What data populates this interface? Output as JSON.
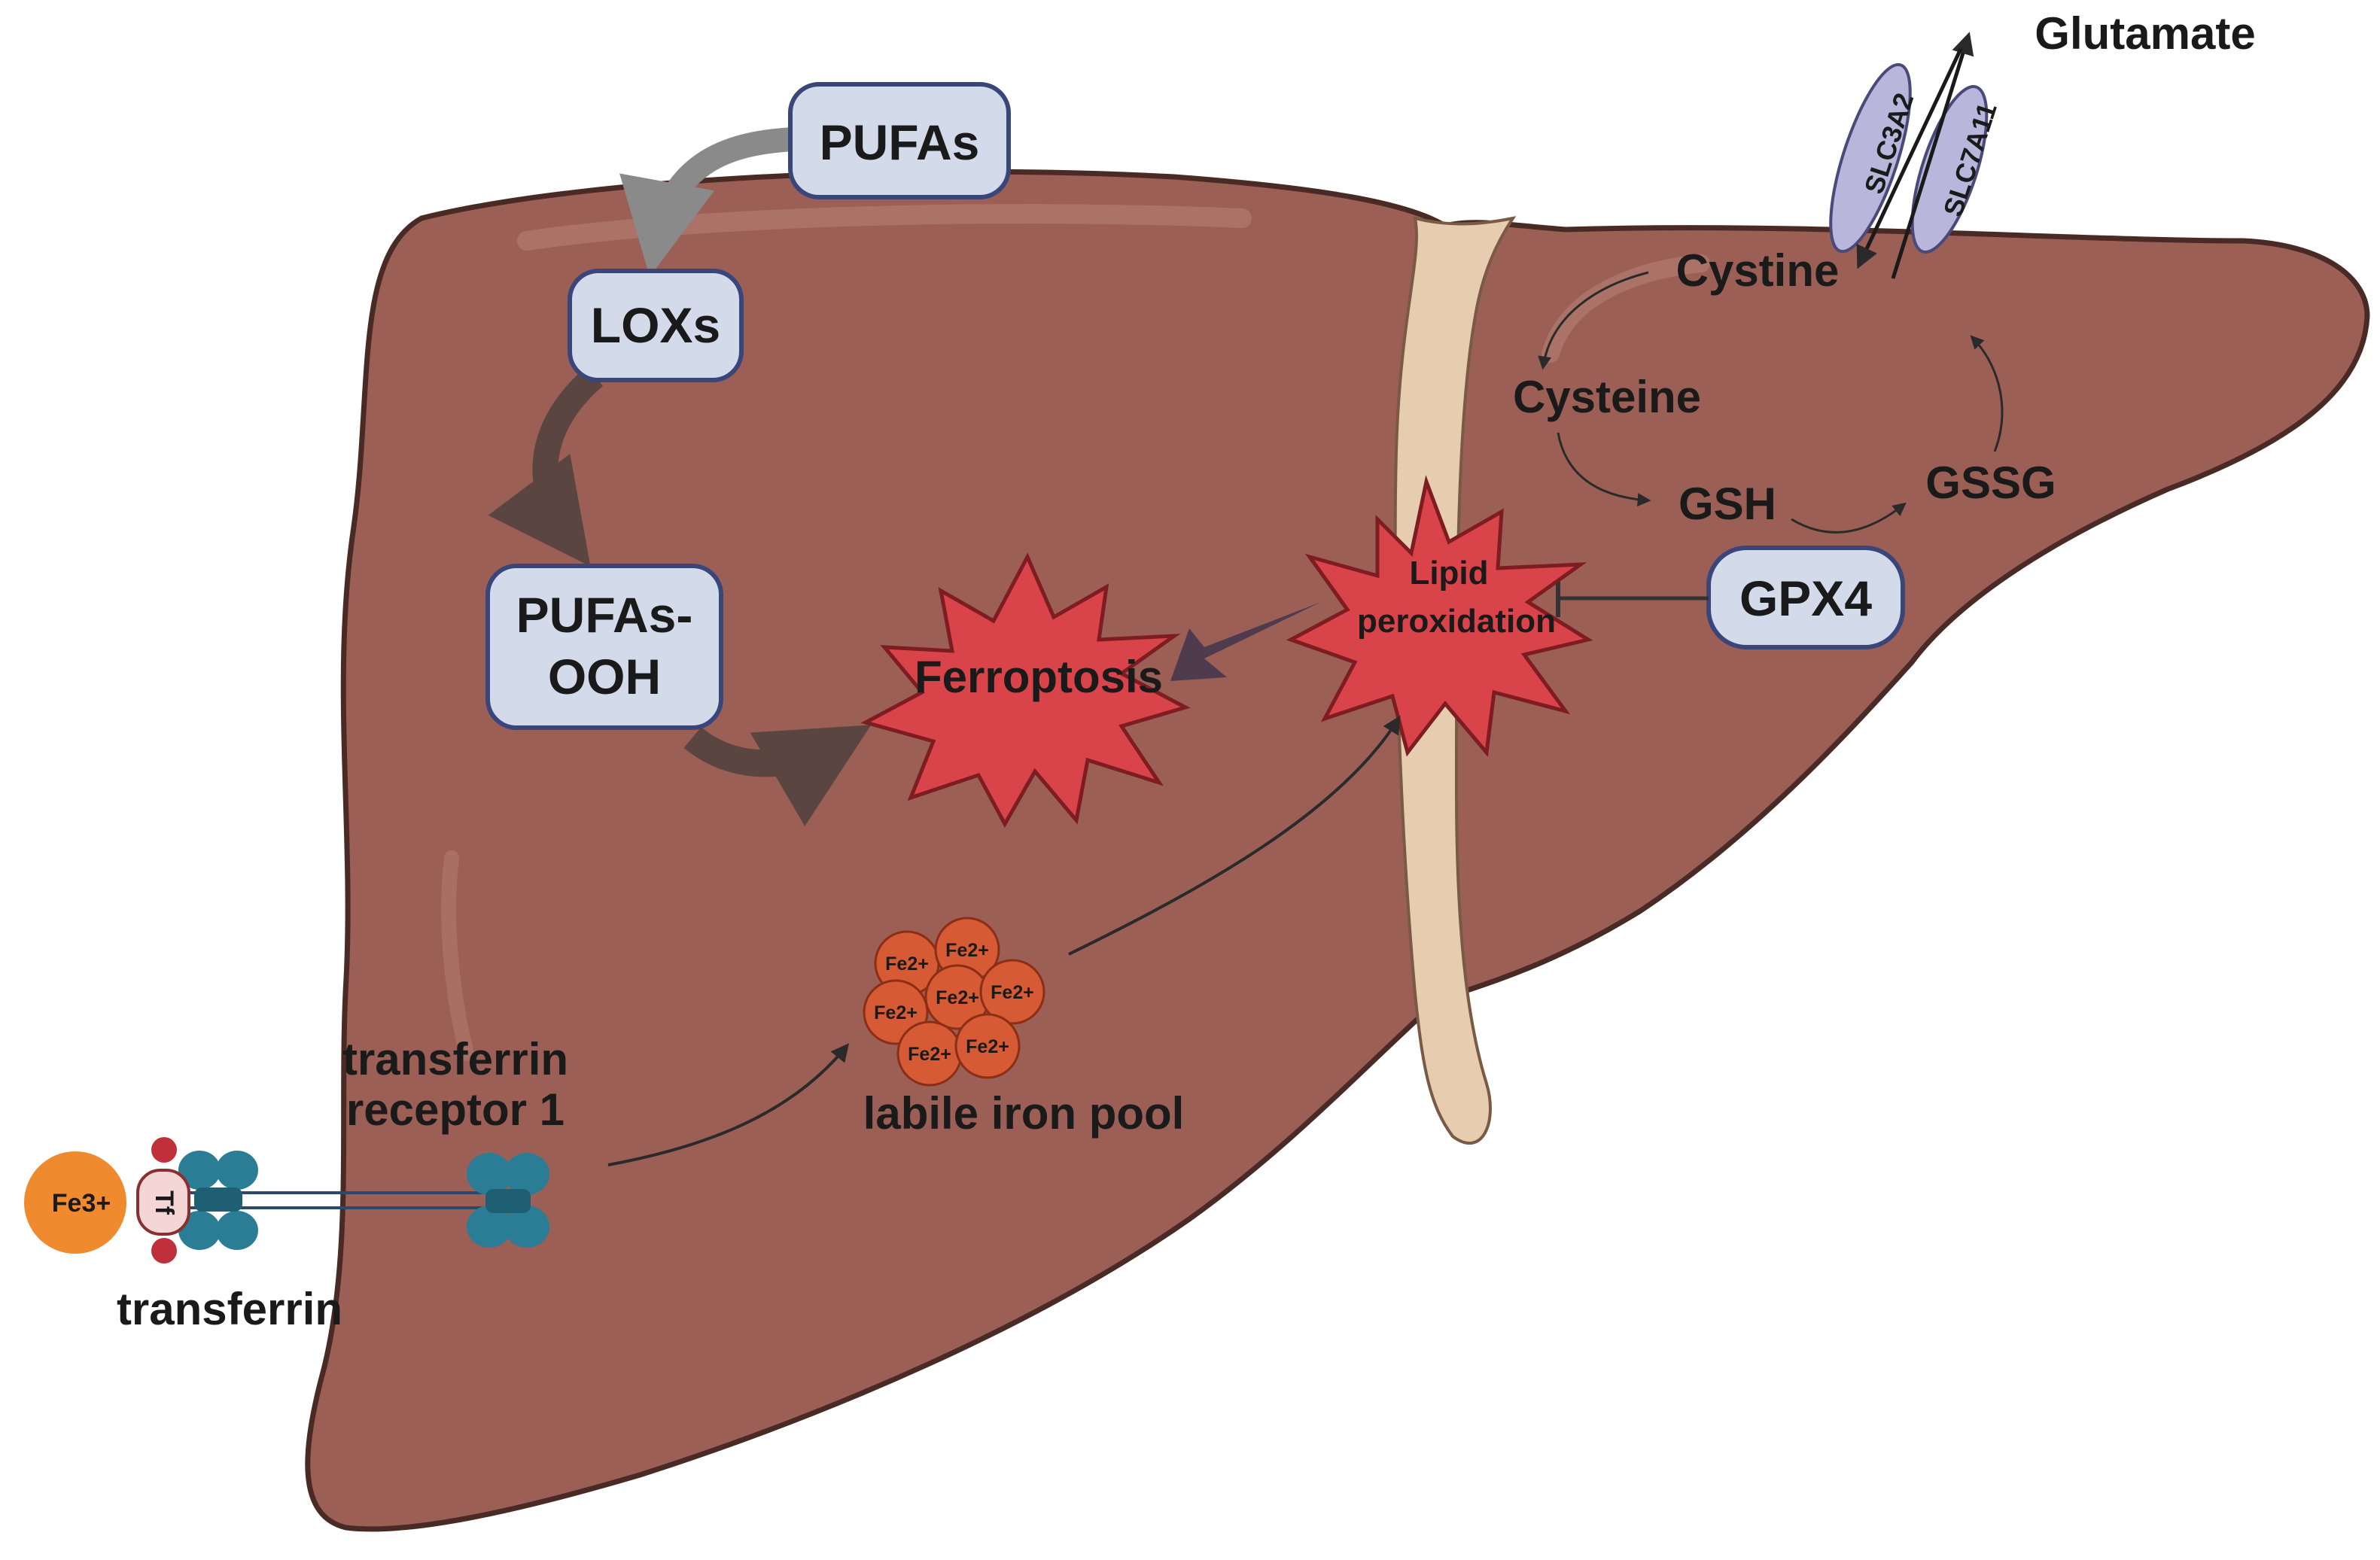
{
  "colors": {
    "liver_fill": "#9b5f55",
    "liver_outline": "#4a2a25",
    "box_fill": "#d3dae9",
    "box_stroke": "#3a4679",
    "burst_fill": "#d9434a",
    "burst_stroke": "#7d1d22",
    "iron_fill": "#d65a33",
    "fe3_fill": "#ef8a2e",
    "receptor": "#2b7d95",
    "transporter": "#b9b6db",
    "ligament": "#e6cdb0"
  },
  "nodes": {
    "pufas": "PUFAs",
    "loxs": "LOXs",
    "pufas_ooh_line1": "PUFAs-",
    "pufas_ooh_line2": "OOH",
    "ferroptosis": "Ferroptosis",
    "lipid_line1": "Lipid",
    "lipid_line2": "peroxidation",
    "gpx4": "GPX4",
    "cystine": "Cystine",
    "cysteine": "Cysteine",
    "gsh": "GSH",
    "gssg": "GSSG",
    "glutamate": "Glutamate",
    "slc3a2": "SLC3A2",
    "slc7a11": "SLC7A11",
    "labile_iron_pool": "labile iron pool",
    "fe2_ion": "Fe2+",
    "tfr1_line1": "transferrin",
    "tfr1_line2": "receptor 1",
    "transferrin": "transferrin",
    "fe3_ion": "Fe3+",
    "tf": "Tf"
  },
  "icons": [
    "liver-icon",
    "transferrin-receptor-icon",
    "transferrin-icon",
    "transporter-icon",
    "iron-cluster-icon"
  ]
}
